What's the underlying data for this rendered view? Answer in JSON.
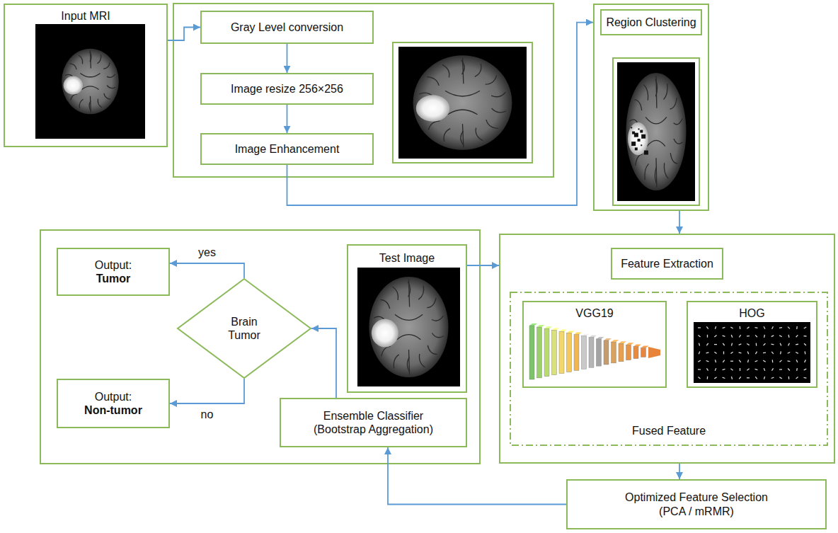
{
  "diagram": {
    "nodes": [
      {
        "text": [
          "Input MRI"
        ]
      },
      {
        "text": [
          "Gray Level conversion"
        ]
      },
      {
        "text": [
          "Image resize 256×256"
        ]
      },
      {
        "text": [
          "Image Enhancement"
        ]
      },
      {
        "text": [
          "Region Clustering"
        ]
      },
      {
        "text": [
          "Output:",
          "Tumor"
        ]
      },
      {
        "text": [
          "Brain Tumor"
        ]
      },
      {
        "text": [
          "Test Image"
        ]
      },
      {
        "text": [
          "Feature Extraction"
        ]
      },
      {
        "text": [
          "Fused Feature"
        ],
        "in": 8
      },
      {
        "text": [
          "VGG19"
        ],
        "in": 9
      },
      {
        "text": [
          "HOG"
        ],
        "in": 9
      },
      {
        "text": [
          "Output:",
          "Non-tumor"
        ]
      },
      {
        "text": [
          "Ensemble Classifier (Bootstrap Aggregation)"
        ]
      },
      {
        "text": [
          "Optimized Feature Selection (PCA / mRMR)"
        ]
      }
    ],
    "edges": [
      {
        "from": 0,
        "to": 1,
        "arrow": "to"
      },
      {
        "from": 1,
        "to": 2,
        "arrow": "to"
      },
      {
        "from": 2,
        "to": 3,
        "arrow": "to"
      },
      {
        "from": 3,
        "to": 4,
        "arrow": "to"
      },
      {
        "from": 4,
        "to": 8,
        "arrow": "to"
      },
      {
        "from": 7,
        "to": 8,
        "arrow": "to"
      },
      {
        "from": 8,
        "to": 14,
        "arrow": "to"
      },
      {
        "from": 14,
        "to": 13,
        "arrow": "to"
      },
      {
        "from": 13,
        "to": 6,
        "arrow": "to"
      },
      {
        "from": 6,
        "to": 5,
        "label": "yes",
        "arrow": "to"
      },
      {
        "from": 6,
        "to": 12,
        "label": "no",
        "arrow": "to"
      }
    ]
  }
}
